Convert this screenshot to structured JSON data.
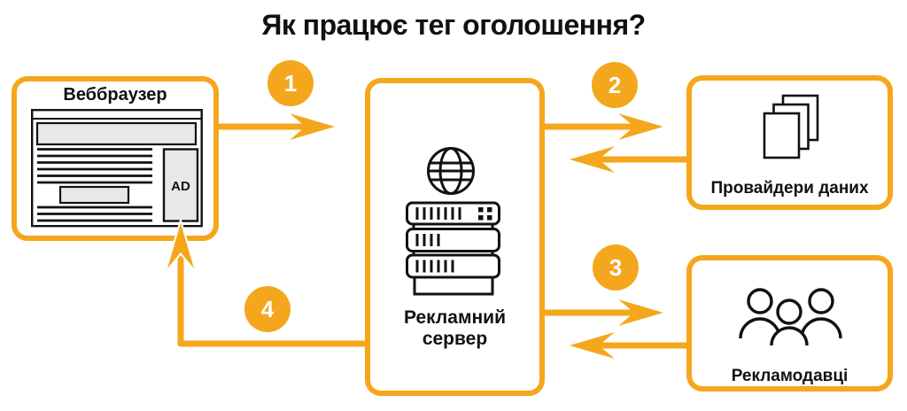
{
  "title": "Як працює тег оголошення?",
  "colors": {
    "accent": "#F4A71D",
    "ink": "#111111",
    "panel_gray": "#e8e8e8"
  },
  "steps": [
    {
      "number": "1"
    },
    {
      "number": "2"
    },
    {
      "number": "3"
    },
    {
      "number": "4"
    }
  ],
  "nodes": {
    "browser": {
      "label": "Веббраузер",
      "ad_label": "AD"
    },
    "ad_server": {
      "label_line1": "Рекламний",
      "label_line2": "сервер"
    },
    "data_providers": {
      "label": "Провайдери даних"
    },
    "advertisers": {
      "label": "Рекламодавці"
    }
  }
}
